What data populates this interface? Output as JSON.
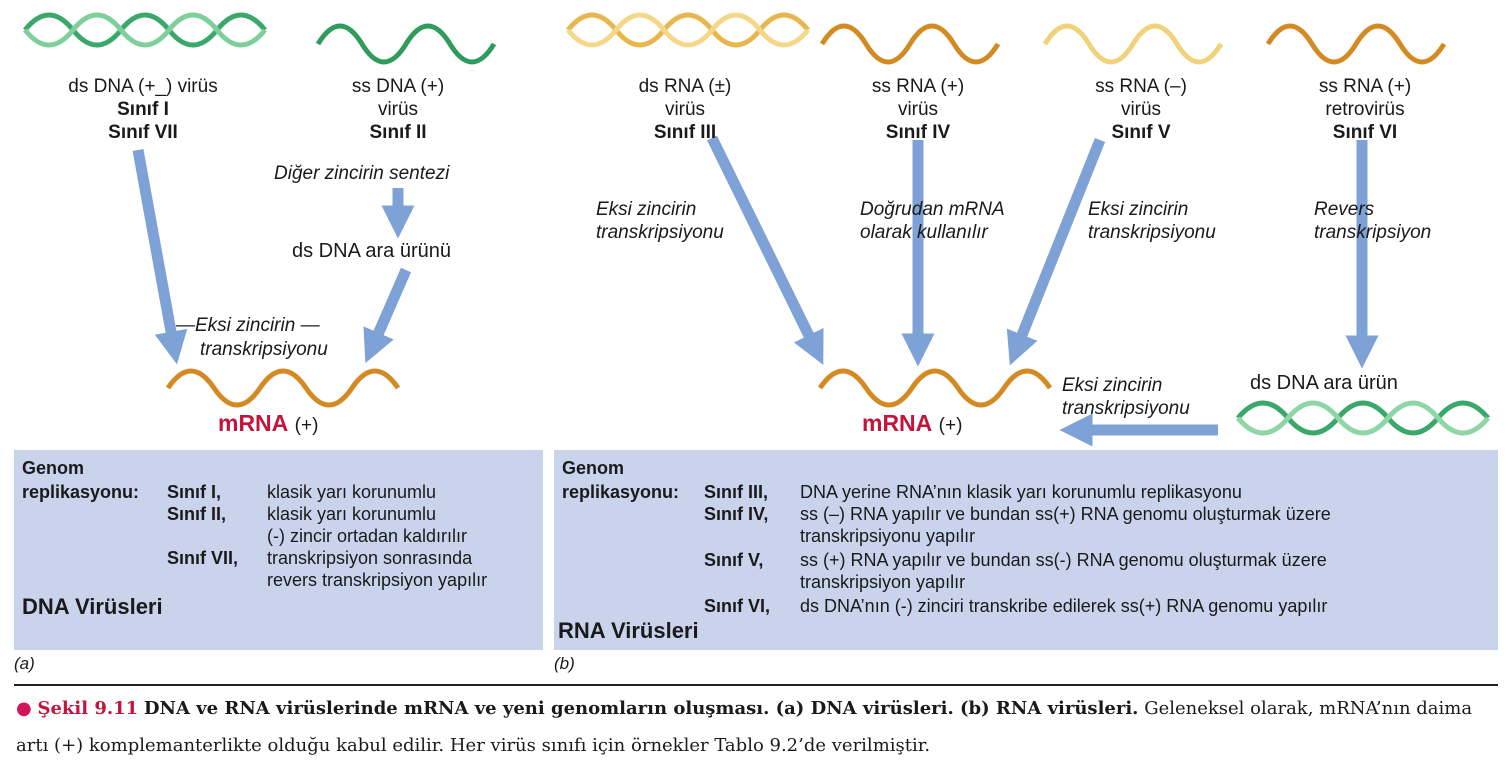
{
  "colors": {
    "arrow": "#7ea1d6",
    "helix_green": "#3aa86a",
    "helix_orange": "#d38a22",
    "helix_yellow": "#e8c257",
    "mrna": "#c4143c",
    "box": "#c9d3ec"
  },
  "left": {
    "class1": {
      "line1": "ds DNA (+_) virüs",
      "line2": "Sınıf I",
      "line3": "Sınıf VII"
    },
    "class2": {
      "line1": "ss DNA (+)",
      "line2": "virüs",
      "line3": "Sınıf II"
    },
    "step1": "Diğer zincirin sentezi",
    "intermediate": "ds DNA ara ürünü",
    "transcription1": "—Eksi zincirin —",
    "transcription2": "transkripsiyonu",
    "mrna": "mRNA",
    "mrna_sign": "(+)"
  },
  "right": {
    "class3": {
      "line1": "ds RNA (±)",
      "line2": "virüs",
      "line3": "Sınıf III"
    },
    "class4": {
      "line1": "ss RNA (+)",
      "line2": "virüs",
      "line3": "Sınıf IV"
    },
    "class5": {
      "line1": "ss RNA (–)",
      "line2": "virüs",
      "line3": "Sınıf V"
    },
    "class6": {
      "line1": "ss RNA (+)",
      "line2": "retrovirüs",
      "line3": "Sınıf VI"
    },
    "label3": {
      "line1": "Eksi zincirin",
      "line2": "transkripsiyonu"
    },
    "label4": {
      "line1": "Doğrudan mRNA",
      "line2": "olarak kullanılır"
    },
    "label5": {
      "line1": "Eksi zincirin",
      "line2": "transkripsiyonu"
    },
    "label6": {
      "line1": "Revers",
      "line2": "transkripsiyon"
    },
    "intermediate": "ds DNA ara ürün",
    "back_label": {
      "line1": "Eksi zincirin",
      "line2": "transkripsiyonu"
    },
    "mrna": "mRNA",
    "mrna_sign": "(+)"
  },
  "dna_box": {
    "heading1": "Genom",
    "heading2": "replikasyonu:",
    "rows": [
      {
        "cls": "Sınıf I,",
        "lines": [
          "klasik yarı korunumlu"
        ]
      },
      {
        "cls": "Sınıf II,",
        "lines": [
          "klasik yarı korunumlu",
          "(-) zincir ortadan kaldırılır"
        ]
      },
      {
        "cls": "Sınıf VII,",
        "lines": [
          "transkripsiyon sonrasında",
          "revers transkripsiyon yapılır"
        ]
      }
    ],
    "title": "DNA Virüsleri",
    "panel": "(a)"
  },
  "rna_box": {
    "heading1": "Genom",
    "heading2": "replikasyonu:",
    "rows": [
      {
        "cls": "Sınıf III,",
        "lines": [
          "DNA yerine RNA’nın klasik yarı korunumlu replikasyonu"
        ]
      },
      {
        "cls": "Sınıf IV,",
        "lines": [
          "ss (–) RNA yapılır ve bundan ss(+) RNA genomu oluşturmak üzere",
          "transkripsiyonu yapılır"
        ]
      },
      {
        "cls": "Sınıf V,",
        "lines": [
          "ss (+) RNA yapılır ve bundan ss(-) RNA genomu oluşturmak üzere",
          "transkripsiyon yapılır"
        ]
      },
      {
        "cls": "Sınıf VI,",
        "lines": [
          "ds DNA’nın (-) zinciri transkribe edilerek ss(+) RNA genomu yapılır"
        ]
      }
    ],
    "title": "RNA Virüsleri",
    "panel": "(b)"
  },
  "caption": {
    "dot": "●",
    "figure": "Şekil 9.11",
    "bold": "DNA ve RNA virüslerinde mRNA ve yeni genomların oluşması. (a) DNA virüsleri. (b) RNA virüsleri.",
    "normal": "Geleneksel olarak, mRNA’nın daima artı (+) komplemanterlikte olduğu kabul edilir. Her virüs sınıfı için örnekler Tablo 9.2’de verilmiştir."
  }
}
